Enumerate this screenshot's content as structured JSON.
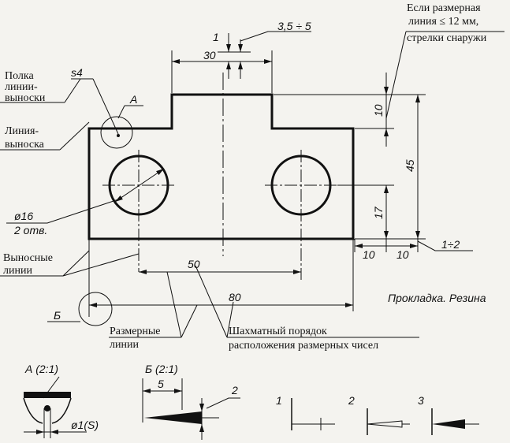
{
  "labels": {
    "note_top_line1": "Если размерная",
    "note_top_line2": "линия ≤ 12 мм,",
    "note_top_line3": "стрелки снаружи",
    "shelf_line1": "Полка",
    "shelf_line2": "линии-",
    "shelf_line3": "выноски",
    "leader_line1": "Линия-",
    "leader_line2": "выноска",
    "ext_line1": "Выносные",
    "ext_line2": "линии",
    "dim_lines1": "Размерные",
    "dim_lines2": "линии",
    "stagger1": "Шахматный порядок",
    "stagger2": "расположения размерных чисел",
    "caption": "Прокладка. Резина",
    "s4": "s4",
    "view_a": "А",
    "view_b": "Б",
    "hole_dia": "ø16",
    "hole_count": "2 отв.",
    "detail_a": "А (2:1)",
    "detail_b": "Б (2:1)",
    "detail_a_dia": "ø1(S)"
  },
  "dims": {
    "d1": "1",
    "d30": "30",
    "d35_5": "3,5 ÷ 5",
    "d10_top": "10",
    "d45": "45",
    "d17": "17",
    "d10_left": "10",
    "d10_right": "10",
    "d1_2": "1÷2",
    "d50": "50",
    "d80": "80",
    "detail_b_5": "5",
    "detail_b_2": "2"
  },
  "arrow_types": {
    "n1": "1",
    "n2": "2",
    "n3": "3"
  }
}
